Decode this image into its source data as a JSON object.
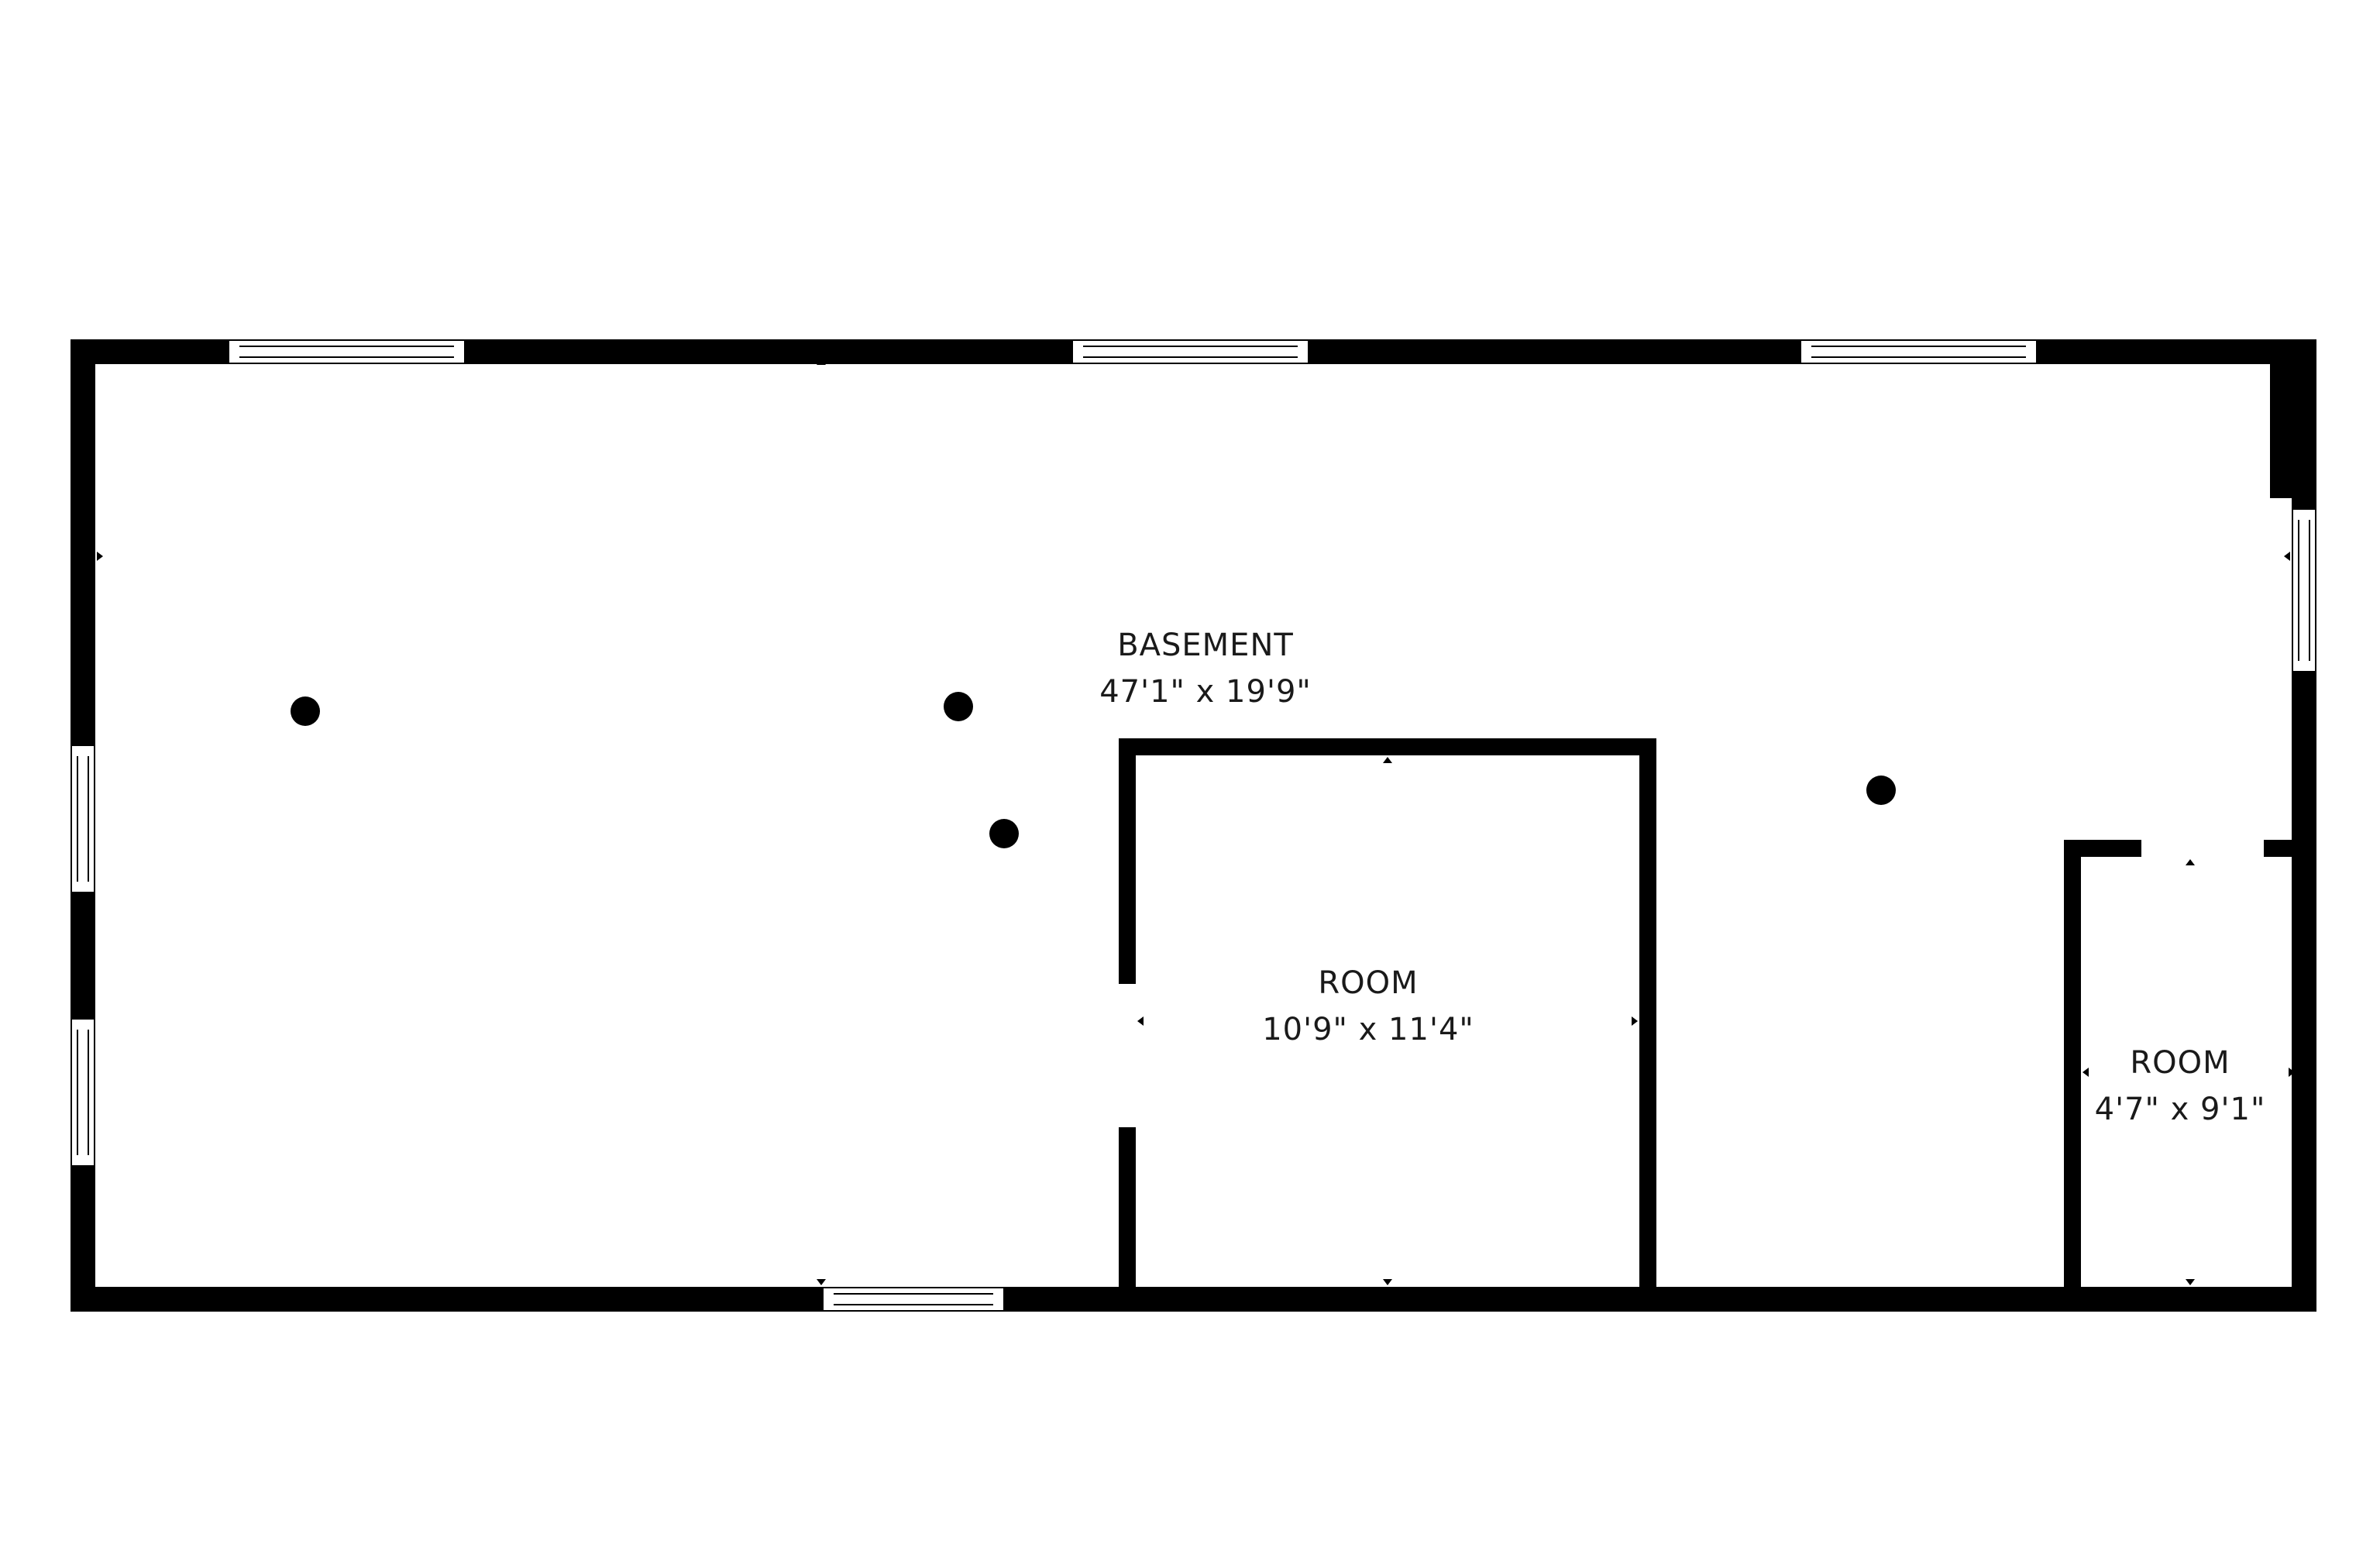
{
  "rooms": [
    {
      "name": "BASEMENT",
      "dimensions": "47'1\" x 19'9\""
    },
    {
      "name": "ROOM",
      "dimensions": "10'9\" x 11'4\""
    },
    {
      "name": "ROOM",
      "dimensions": "4'7\" x 9'1\""
    }
  ],
  "colors": {
    "wall": "#000000",
    "floor": "#ffffff",
    "window_frame": "#000000"
  }
}
